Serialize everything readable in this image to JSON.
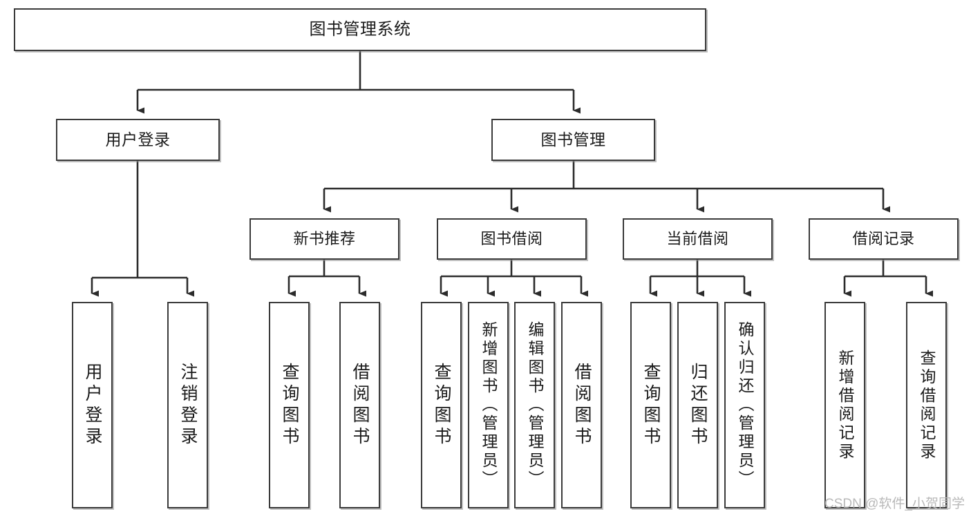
{
  "diagram": {
    "type": "tree",
    "title": "图书管理系统",
    "orientation": "top-down",
    "colors": {
      "box_border": "#3a3a3a",
      "box_fill": "#ffffff",
      "connector": "#2b2b2b",
      "text": "#1a1a1a",
      "watermark": "#b9b9b9",
      "background": "#ffffff"
    },
    "nodes": {
      "root": {
        "label": "图书管理系统"
      },
      "level1": [
        {
          "id": "user-login",
          "label": "用户登录"
        },
        {
          "id": "book-manage",
          "label": "图书管理"
        }
      ],
      "level2": [
        {
          "id": "new-book-recommend",
          "label": "新书推荐"
        },
        {
          "id": "book-borrow",
          "label": "图书借阅"
        },
        {
          "id": "current-borrow",
          "label": "当前借阅"
        },
        {
          "id": "borrow-record",
          "label": "借阅记录"
        }
      ],
      "leaves": {
        "user-login": [
          {
            "id": "leaf-user-login",
            "label": "用户登录"
          },
          {
            "id": "leaf-logout",
            "label": "注销登录"
          }
        ],
        "new-book-recommend": [
          {
            "id": "leaf-query-book-1",
            "label": "查询图书"
          },
          {
            "id": "leaf-borrow-book-1",
            "label": "借阅图书"
          }
        ],
        "book-borrow": [
          {
            "id": "leaf-query-book-2",
            "label": "查询图书"
          },
          {
            "id": "leaf-add-book",
            "label": "新增图书（管理员）"
          },
          {
            "id": "leaf-edit-book",
            "label": "编辑图书（管理员）"
          },
          {
            "id": "leaf-borrow-book-2",
            "label": "借阅图书"
          }
        ],
        "current-borrow": [
          {
            "id": "leaf-query-book-3",
            "label": "查询图书"
          },
          {
            "id": "leaf-return-book",
            "label": "归还图书"
          },
          {
            "id": "leaf-confirm-return",
            "label": "确认归还（管理员）"
          }
        ],
        "borrow-record": [
          {
            "id": "leaf-add-record",
            "label": "新增借阅记录"
          },
          {
            "id": "leaf-query-record",
            "label": "查询借阅记录"
          }
        ]
      }
    },
    "watermark": "CSDN @软件_小贺同学"
  }
}
